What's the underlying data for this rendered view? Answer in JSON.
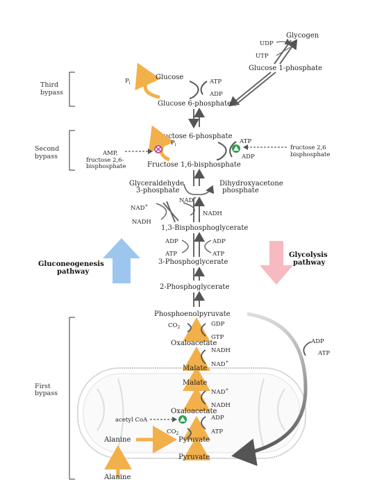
{
  "bypass_labels": {
    "third_line1": "Third",
    "third_line2": "bypass",
    "second_line1": "Second",
    "second_line2": "bypass",
    "first_line1": "First",
    "first_line2": "bypass"
  },
  "pathways": {
    "gluconeogenesis_line1": "Gluconeogenesis",
    "gluconeogenesis_line2": "pathway",
    "glycolysis_line1": "Glycolysis",
    "glycolysis_line2": "pathway"
  },
  "metabolites": {
    "glycogen": "Glycogen",
    "udp": "UDP",
    "utp": "UTP",
    "glucose_1_phosphate": "Glucose 1-phosphate",
    "glucose": "Glucose",
    "pi_top": "P",
    "pi_sub": "i",
    "atp_1": "ATP",
    "adp_1": "ADP",
    "glucose_6_phosphate": "Glucose 6-phosphate",
    "fructose_6_phosphate": "Fructose 6-phosphate",
    "pi2_top": "P",
    "pi2_sub": "i",
    "atp_2": "ATP",
    "adp_2": "ADP",
    "amp_line1": "AMP,",
    "amp_line2": "fructose 2,6-",
    "amp_line3": "bisphosphate",
    "f26bp_right_line1": "fructose 2,6",
    "f26bp_right_line2": "bisphosphate",
    "fructose_1_6_bisphosphate": "Fructose 1,6-bisphosphate",
    "gap_line1": "Glyceraldehyde",
    "gap_line2": "3-phosphate",
    "dhap_line1": "Dihydroxyacetone",
    "dhap_line2": "phosphate",
    "nad_plus_1": "NAD",
    "nad_plus_2": "NAD",
    "nadh_1": "NADH",
    "nadh_2": "NADH",
    "bpg_13": "1,3-Bisphosphoglycerate",
    "adp_3": "ADP",
    "adp_4": "ADP",
    "atp_3": "ATP",
    "atp_4": "ATP",
    "pg_3": "3-Phosphoglycerate",
    "pg_2": "2-Phosphoglycerate",
    "pep": "Phosphoenolpyruvate",
    "co2_1": "CO",
    "co2_1_sub": "2",
    "gdp": "GDP",
    "gtp": "GTP",
    "oxaloacetate_1": "Oxaloacetate",
    "nadh_3": "NADH",
    "nad_plus_3": "NAD",
    "malate_1": "Malate",
    "malate_2": "Malate",
    "nad_plus_4": "NAD",
    "nadh_4": "NADH",
    "oxaloacetate_2": "Oxaloacetate",
    "acetyl_coa": "acetyl CoA",
    "adp_5": "ADP",
    "atp_5": "ATP",
    "co2_2": "CO",
    "co2_2_sub": "2",
    "alanine_1": "Alanine",
    "pyruvate_1": "Pyruvate",
    "adp_6": "ADP",
    "atp_6": "ATP",
    "pyruvate_2": "Pyruvate",
    "alanine_2": "Alanine",
    "plus": "+"
  },
  "colors": {
    "orange": "#f2b04a",
    "gray_arrow": "#666666",
    "blue_arrow": "#9cc6ee",
    "pink_arrow": "#f7b9c2",
    "green_circle": "#2e9e4f",
    "magenta_circle": "#c0378d"
  }
}
